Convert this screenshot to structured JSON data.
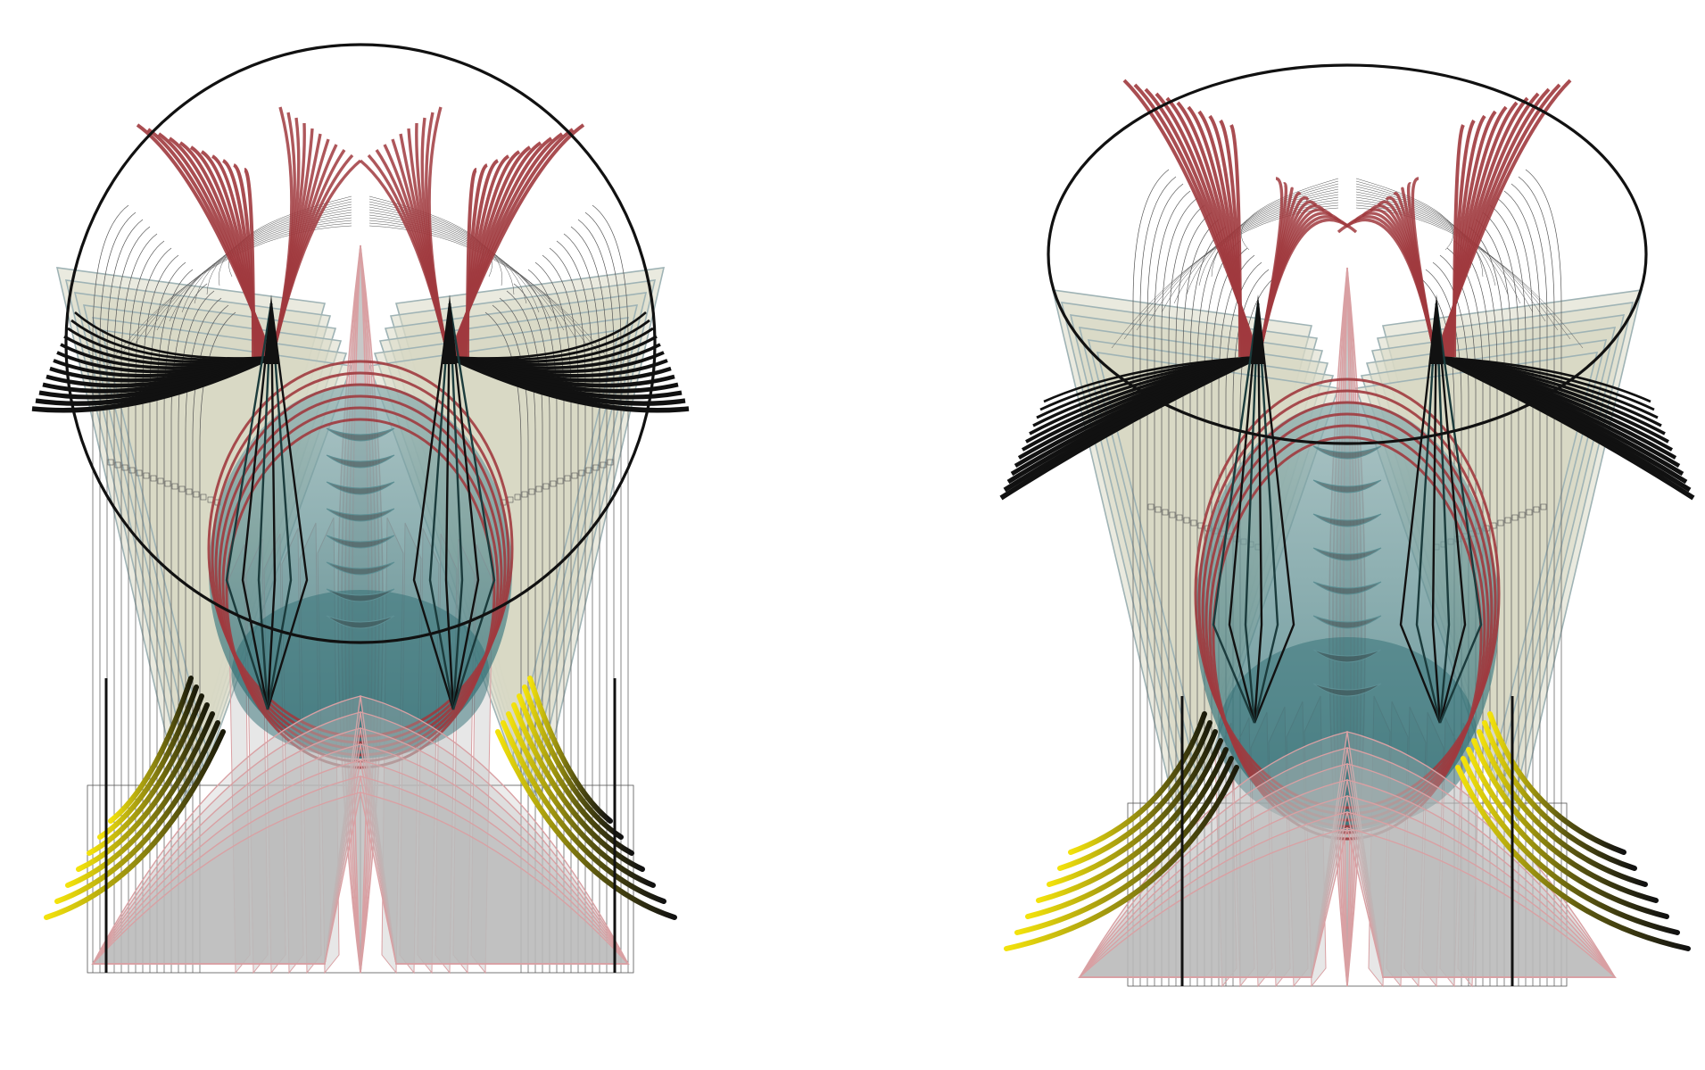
{
  "artwork": {
    "figure_count": 2,
    "background_color": "#ffffff",
    "palette": {
      "red": "#a03a3e",
      "red_light": "#d9a0a3",
      "black": "#111111",
      "yellow": "#f3e20c",
      "olive": "#3b3a10",
      "khaki_fill": "#d8d9c4",
      "khaki_edge": "#9fb3b5",
      "teal": "#2f6e73",
      "teal_light": "#5d8f94",
      "grey": "#8a8a8a",
      "grey_fill": "#b9b9bb",
      "thin_line": "#555555"
    },
    "figures": [
      {
        "id": "left",
        "style": "round"
      },
      {
        "id": "right",
        "style": "oval"
      }
    ]
  }
}
